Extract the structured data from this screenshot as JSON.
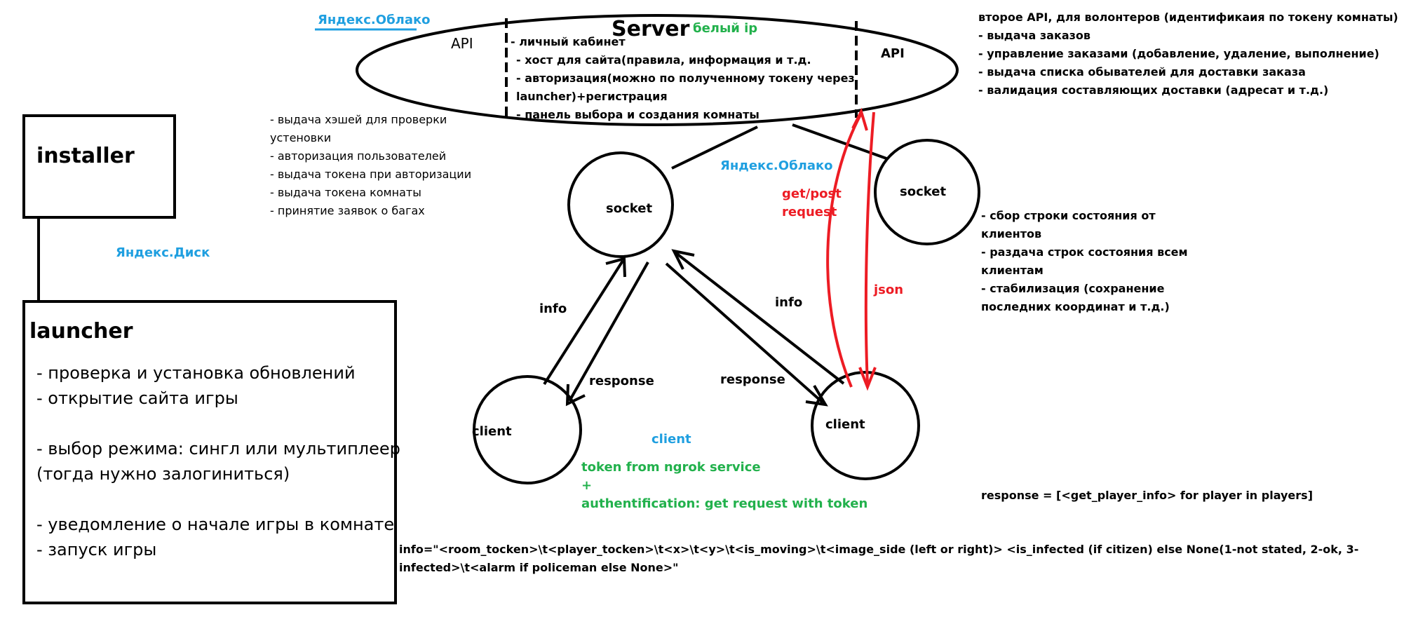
{
  "server": {
    "title": "Server",
    "cloud_label": "Яндекс.Облако",
    "white_ip": "белый ip",
    "api_left": "API",
    "api_right": "API",
    "items": [
      "- личный кабинет",
      "- хост для сайта(правила, информация и т.д.",
      "- авторизация(можно по полученному токену через",
      "launcher)+регистрация",
      "- панель выбора и создания комнаты"
    ]
  },
  "api_left_notes": [
    "- выдача хэшей для проверки",
    "устеновки",
    "- авторизация пользователей",
    "- выдача токена при авторизации",
    "- выдача токена комнаты",
    "- принятие заявок о багах"
  ],
  "api_right_notes": [
    "второе API, для волонтеров (идентификаия по токену комнаты)",
    "- выдача заказов",
    "- управление заказами (добавление, удаление, выполнение)",
    "- выдача списка обывателей для доставки заказа",
    "- валидация составляющих доставки (адресат и т.д.)"
  ],
  "installer": {
    "title": "installer",
    "storage": "Яндекс.Диск"
  },
  "launcher": {
    "title": "launcher",
    "items": [
      "- проверка и установка обновлений",
      "- открытие сайта игры",
      "",
      "- выбор режима: сингл или мультиплеер",
      "(тогда нужно залогиниться)",
      "",
      "- уведомление о начале игры в комнате",
      "- запуск игры"
    ]
  },
  "sockets": {
    "left": "socket",
    "right": "socket",
    "cloud_label": "Яндекс.Облако",
    "right_notes": [
      "- сбор строки состояния от",
      "клиентов",
      "- раздача строк состояния всем",
      "клиентам",
      "- стабилизация (сохранение",
      "последних координат и т.д.)"
    ]
  },
  "clients": {
    "left": "client",
    "right": "client"
  },
  "arrows": {
    "info_left": "info",
    "response_left": "response",
    "info_right": "info",
    "response_right": "response",
    "request": [
      "get/post",
      "request"
    ],
    "json": "json"
  },
  "client_note": {
    "title": "client",
    "lines": [
      "token from ngrok service",
      "+",
      "authentification: get request with token"
    ]
  },
  "response_formula": "response = [<get_player_info> for player in players]",
  "info_format": [
    "info=\"<room_tocken>\\t<player_tocken>\\t<x>\\t<y>\\t<is_moving>\\t<image_side (left or right)> <is_infected (if citizen) else None(1-not stated, 2-ok, 3-",
    "infected>\\t<alarm if policeman else None>\""
  ],
  "colors": {
    "blue": "#1f9fe0",
    "green": "#22b14c",
    "red": "#ed1c24"
  }
}
